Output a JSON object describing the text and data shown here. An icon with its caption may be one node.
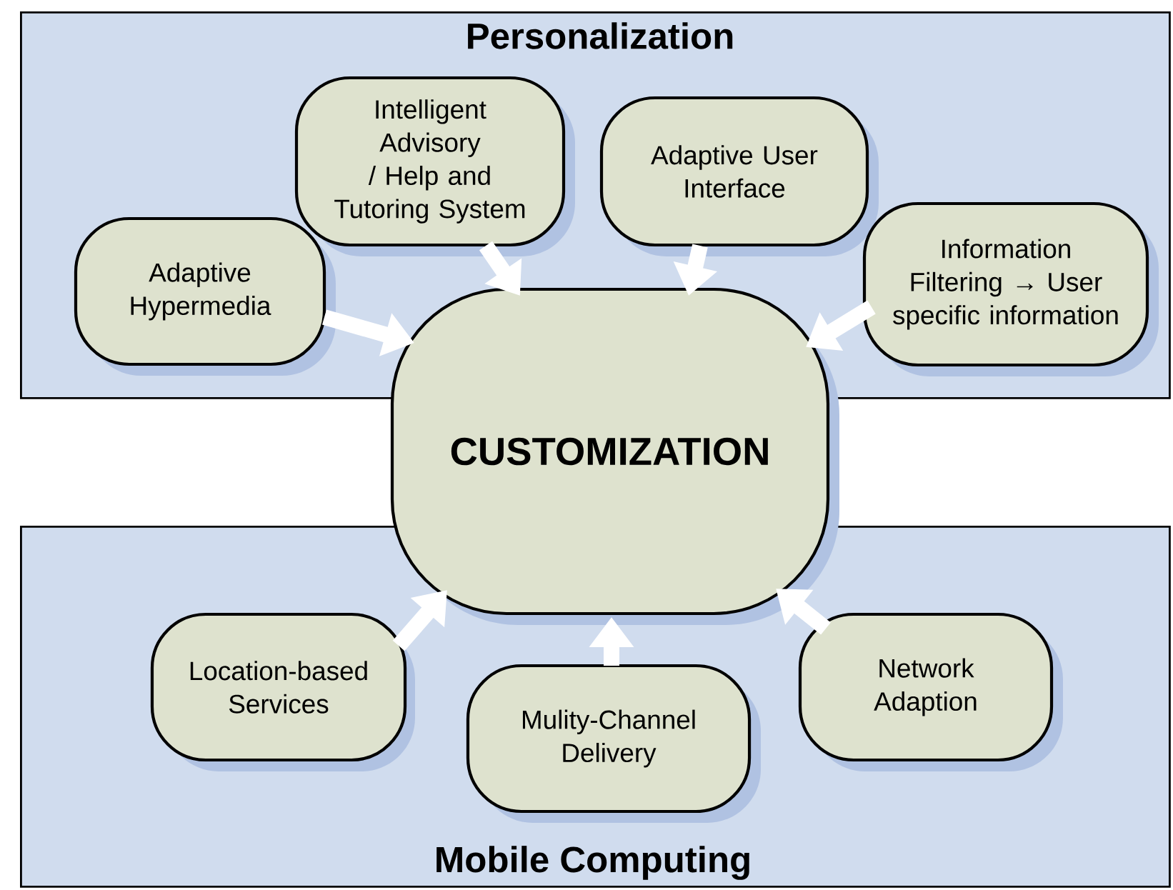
{
  "diagram": {
    "nodes": [
      {
        "text": [
          "Personalization"
        ]
      },
      {
        "text": [
          "Adaptive Hypermedia"
        ],
        "in": 0
      },
      {
        "text": [
          "Intelligent Advisory / Help and Tutoring System"
        ],
        "in": 0
      },
      {
        "text": [
          "Adaptive User Interface"
        ],
        "in": 0
      },
      {
        "text": [
          "Information Filtering → User specific information"
        ],
        "in": 0
      },
      {
        "text": [
          "CUSTOMIZATION"
        ]
      },
      {
        "text": [
          "Mobile Computing"
        ]
      },
      {
        "text": [
          "Location-based Services"
        ],
        "in": 6
      },
      {
        "text": [
          "Mulity-Channel Delivery"
        ],
        "in": 6
      },
      {
        "text": [
          "Network Adaption"
        ],
        "in": 6
      }
    ],
    "edges": [
      {
        "from": 1,
        "to": 5,
        "arrow": "to"
      },
      {
        "from": 2,
        "to": 5,
        "arrow": "to"
      },
      {
        "from": 3,
        "to": 5,
        "arrow": "to"
      },
      {
        "from": 4,
        "to": 5,
        "arrow": "to"
      },
      {
        "from": 7,
        "to": 5,
        "arrow": "to"
      },
      {
        "from": 8,
        "to": 5,
        "arrow": "to"
      },
      {
        "from": 9,
        "to": 5,
        "arrow": "to"
      }
    ]
  }
}
